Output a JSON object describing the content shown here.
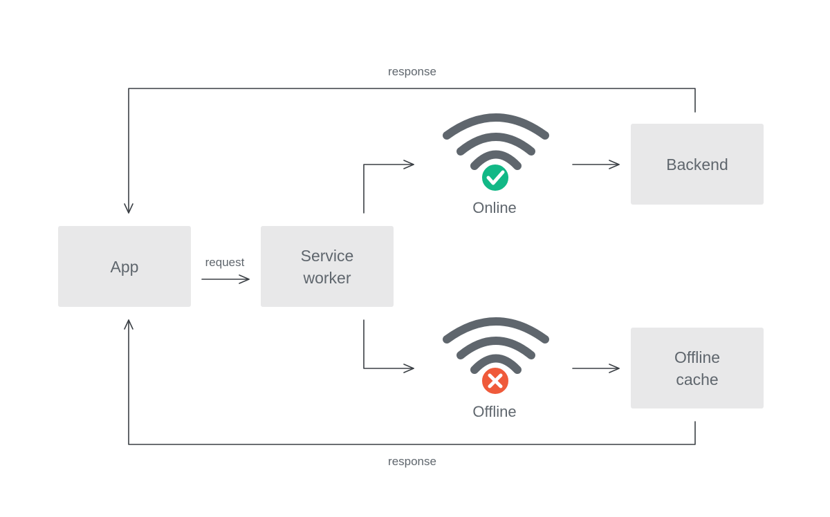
{
  "nodes": {
    "app": "App",
    "service_worker": "Service worker",
    "backend": "Backend",
    "offline_cache": "Offline cache"
  },
  "edges": {
    "request": "request",
    "response_top": "response",
    "response_bottom": "response"
  },
  "status": {
    "online": "Online",
    "offline": "Offline"
  },
  "icons": {
    "online": "wifi-icon",
    "online_badge": "check-badge-icon",
    "offline": "wifi-icon",
    "offline_badge": "x-badge-icon"
  },
  "colors": {
    "box_fill": "#e8e8e9",
    "line": "#3a3f44",
    "text": "#5f666d",
    "wifi": "#5f666d",
    "online_badge": "#12b886",
    "offline_badge": "#ef5a3a"
  }
}
